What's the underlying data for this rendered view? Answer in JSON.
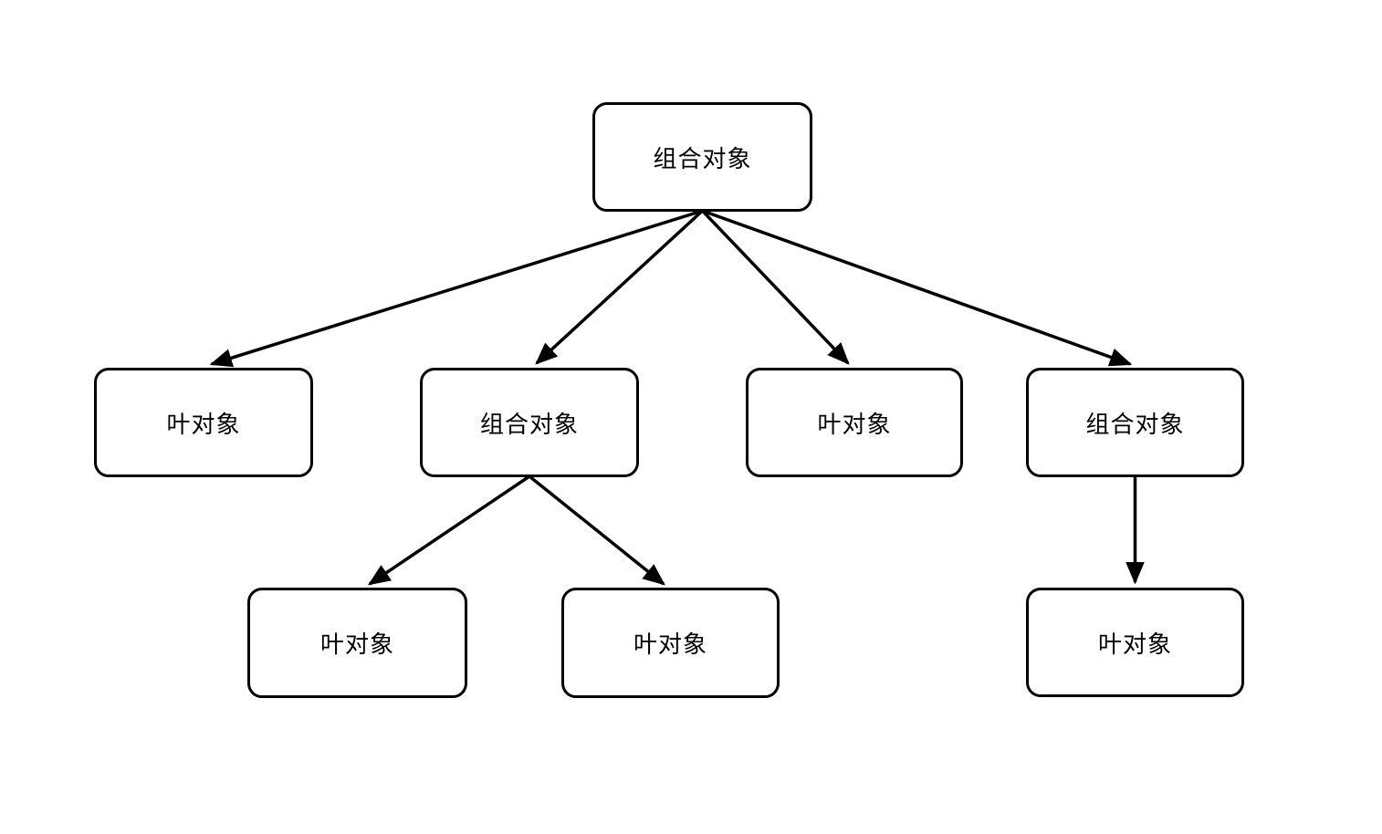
{
  "diagram": {
    "type": "tree",
    "background": "#ffffff",
    "colors": {
      "node_fill": "#ffffff",
      "node_border": "#000000",
      "edge": "#000000",
      "text": "#000000"
    },
    "nodes": [
      {
        "id": "root",
        "label": "组合对象"
      },
      {
        "id": "leaf-1",
        "label": "叶对象"
      },
      {
        "id": "composite-2",
        "label": "组合对象"
      },
      {
        "id": "leaf-2",
        "label": "叶对象"
      },
      {
        "id": "composite-3",
        "label": "组合对象"
      },
      {
        "id": "leaf-3",
        "label": "叶对象"
      },
      {
        "id": "leaf-4",
        "label": "叶对象"
      },
      {
        "id": "leaf-5",
        "label": "叶对象"
      }
    ],
    "edges": [
      {
        "from": "root",
        "to": "leaf-1"
      },
      {
        "from": "root",
        "to": "composite-2"
      },
      {
        "from": "root",
        "to": "leaf-2"
      },
      {
        "from": "root",
        "to": "composite-3"
      },
      {
        "from": "composite-2",
        "to": "leaf-3"
      },
      {
        "from": "composite-2",
        "to": "leaf-4"
      },
      {
        "from": "composite-3",
        "to": "leaf-5"
      }
    ]
  }
}
